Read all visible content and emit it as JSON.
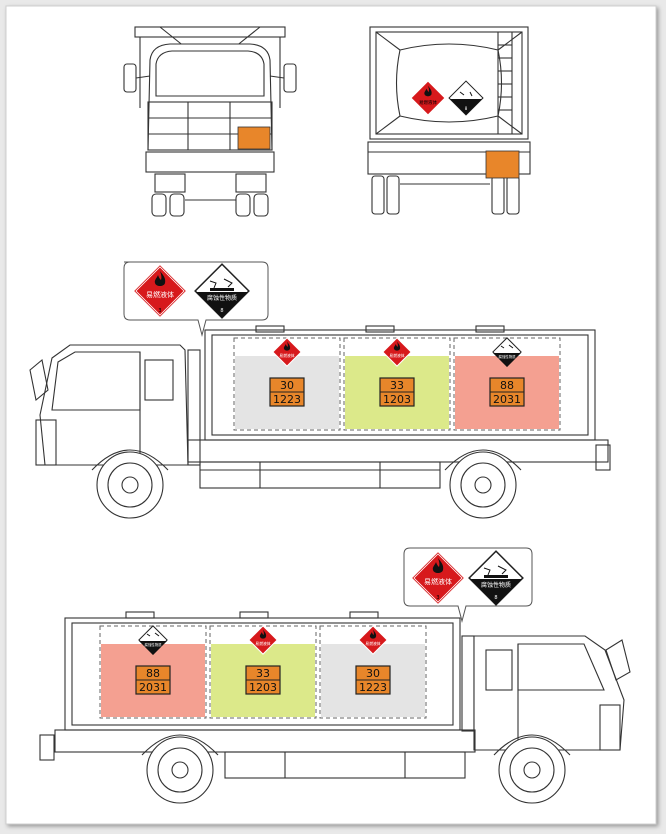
{
  "colors": {
    "orange": "#e8862a",
    "red": "#d7191c",
    "grey_fill": "#e4e4e4",
    "lime_fill": "#dce98a",
    "salmon_fill": "#f4a091",
    "line": "#333333"
  },
  "hazard_labels": {
    "flammable_text": "易燃液体",
    "flammable_class": "3",
    "corrosive_text": "腐蚀性物质",
    "corrosive_class": "8"
  },
  "side_view_top": {
    "tanks": [
      {
        "kemler": "30",
        "un": "1223",
        "label": "flammable",
        "fill": "grey"
      },
      {
        "kemler": "33",
        "un": "1203",
        "label": "flammable",
        "fill": "lime"
      },
      {
        "kemler": "88",
        "un": "2031",
        "label": "corrosive",
        "fill": "salmon"
      }
    ]
  },
  "side_view_bottom": {
    "tanks": [
      {
        "kemler": "88",
        "un": "2031",
        "label": "corrosive",
        "fill": "salmon"
      },
      {
        "kemler": "33",
        "un": "1203",
        "label": "flammable",
        "fill": "lime"
      },
      {
        "kemler": "30",
        "un": "1223",
        "label": "flammable",
        "fill": "grey"
      }
    ]
  }
}
